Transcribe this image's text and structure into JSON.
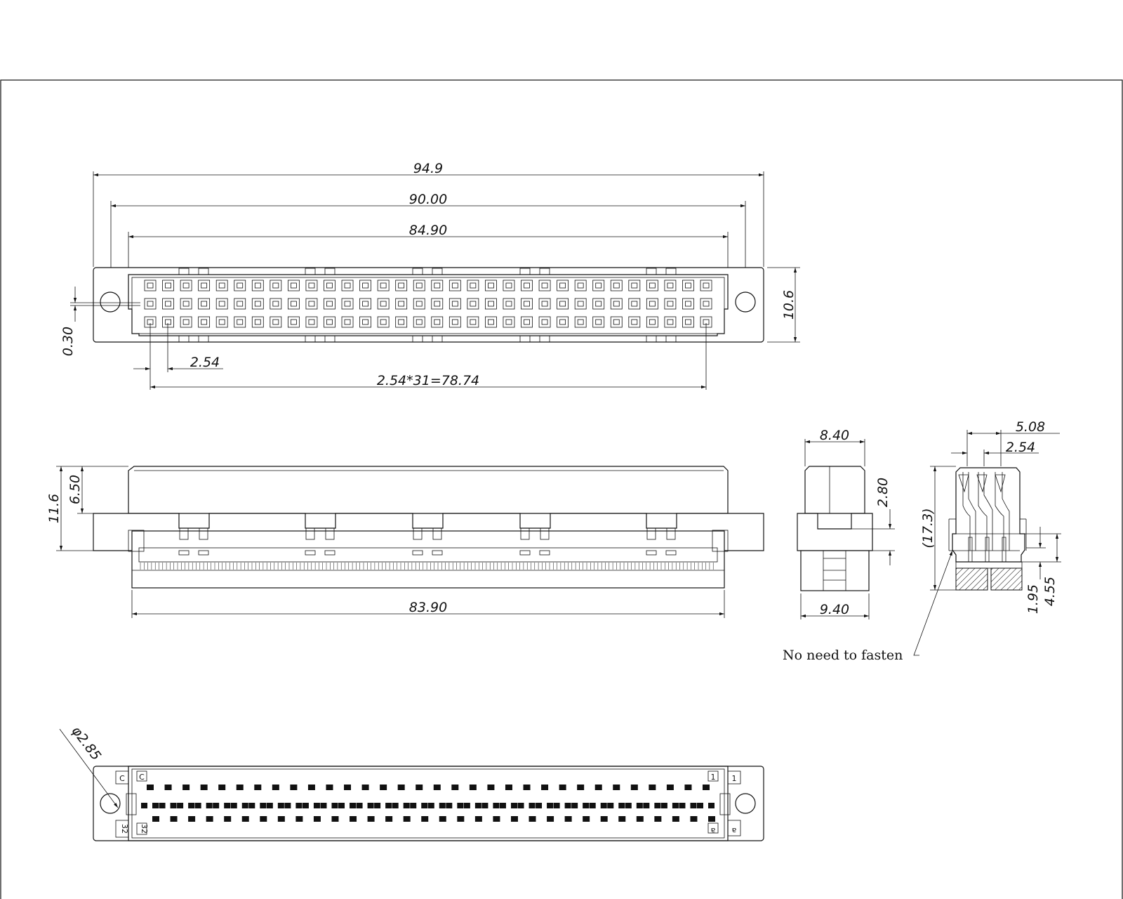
{
  "top_view": {
    "dim_overall_width": "94.9",
    "dim_mounting_holes": "90.00",
    "dim_housing_width": "84.90",
    "dim_height": "10.6",
    "dim_offset": "0.30",
    "dim_pitch": "2.54",
    "dim_pitch_total": "2.54*31=78.74",
    "rows": 3,
    "columns": 32
  },
  "front_view": {
    "dim_total_height": "11.6",
    "dim_upper_height": "6.50",
    "dim_base_width": "83.90"
  },
  "side_view": {
    "dim_top_width": "8.40",
    "dim_bottom_width": "9.40",
    "dim_height": "2.80"
  },
  "section_view": {
    "dim_outer_pitch": "5.08",
    "dim_inner_pitch": "2.54",
    "dim_ref_height": "(17.3)",
    "dim_pin_short": "1.95",
    "dim_pin_long": "4.55",
    "note": "No need to fasten"
  },
  "bottom_view": {
    "dim_hole_diameter": "φ2.85",
    "label_c_outer": "C",
    "label_c_inner": "C",
    "label_1_inner": "1",
    "label_1_outer": "1",
    "label_32_outer": "32",
    "label_32_inner": "32",
    "label_a_inner": "a",
    "label_a_outer": "a"
  }
}
